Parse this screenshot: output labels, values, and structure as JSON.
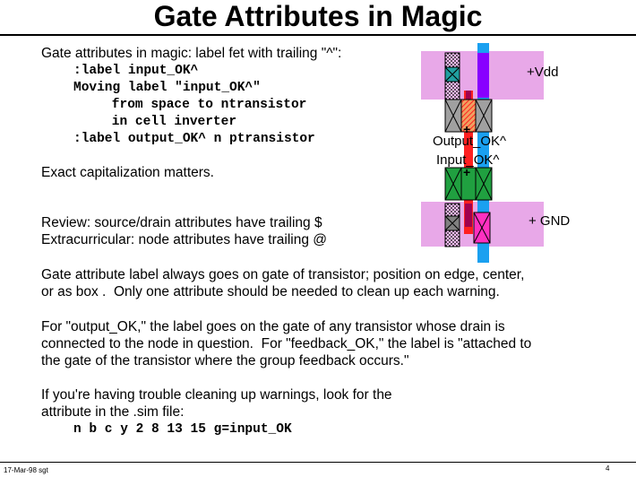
{
  "title": "Gate Attributes in Magic",
  "intro": {
    "line": "Gate attributes in magic: label fet with trailing \"^\":",
    "code": [
      ":label input_OK^",
      "Moving label \"input_OK^\"",
      "    from space to ntransistor",
      "    in cell inverter",
      ":label output_OK^ n ptransistor"
    ]
  },
  "capitalization": "Exact capitalization matters.",
  "review": "Review: source/drain attributes have trailing $",
  "extracurricular": "Extracurricular: node attributes have trailing @",
  "para1": [
    "Gate attribute label always goes on gate of transistor; position on edge, center,",
    "or as box .  Only one attribute should be needed to clean up each warning."
  ],
  "para2": [
    "For \"output_OK,\" the label goes on the gate of any transistor whose drain is",
    "connected to the node in question.  For \"feedback_OK,\" the label is \"attached to",
    "the gate of the transistor where the group feedback occurs.\""
  ],
  "para3": [
    "If you're having trouble cleaning up warnings, look for the",
    "attribute in the .sim file:"
  ],
  "sim_line": "n b c y 2 8 13 15 g=input_OK",
  "layout_labels": {
    "vdd": "+Vdd",
    "gnd": "+ GND",
    "output": "Output_OK^",
    "input": "Input_OK^",
    "plus": "+"
  },
  "colors": {
    "well": "#e8a8e8",
    "metal_blue": "#1aa0f0",
    "poly_red": "#ff2020",
    "pdiff_orange": "#f0a060",
    "contact_gray": "#a0a0a0",
    "ndiff_green": "#20a040",
    "violet": "#8800ff",
    "magenta": "#ff30c0"
  },
  "footer": {
    "date": "17-Mar-98 sgt",
    "page": "4"
  }
}
